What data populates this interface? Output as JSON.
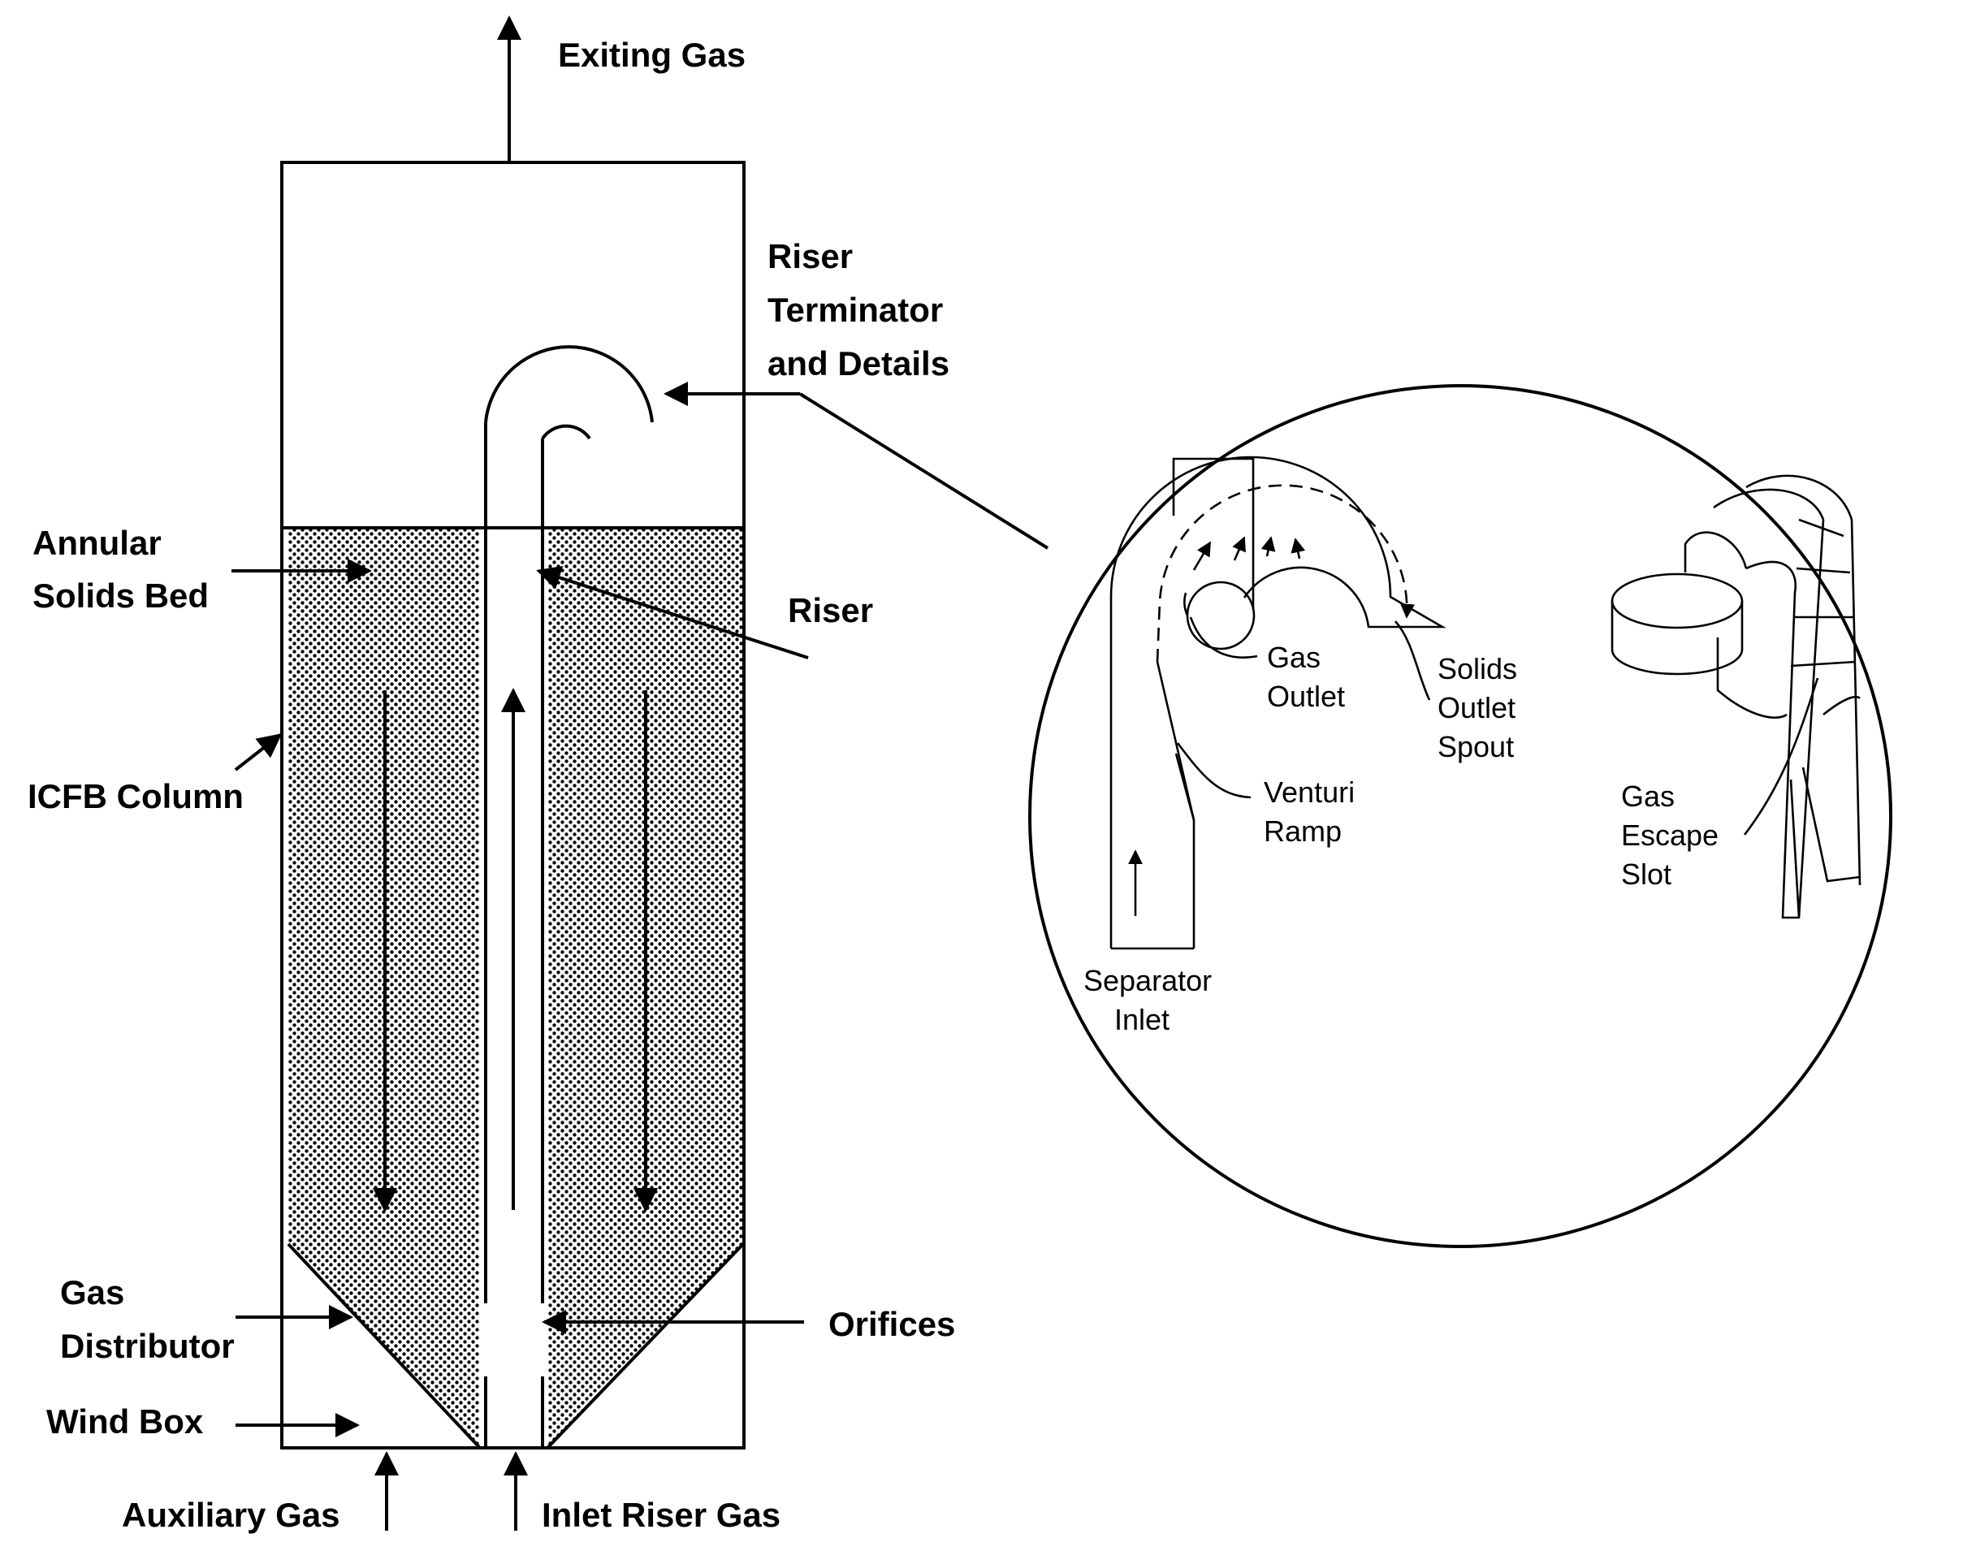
{
  "labels": {
    "exiting_gas": "Exiting Gas",
    "riser_terminator": [
      "Riser",
      "Terminator",
      "and Details"
    ],
    "annular_solids_bed": [
      "Annular",
      "Solids Bed"
    ],
    "riser": "Riser",
    "icfb_column": "ICFB Column",
    "gas_distributor": [
      "Gas",
      "Distributor"
    ],
    "orifices": "Orifices",
    "wind_box": "Wind Box",
    "auxiliary_gas": "Auxiliary Gas",
    "inlet_riser_gas": "Inlet Riser Gas"
  },
  "detail": {
    "gas_outlet": [
      "Gas",
      "Outlet"
    ],
    "solids_outlet_spout": [
      "Solids",
      "Outlet",
      "Spout"
    ],
    "venturi_ramp": [
      "Venturi",
      "Ramp"
    ],
    "separator_inlet": [
      "Separator",
      "Inlet"
    ],
    "gas_escape_slot": [
      "Gas",
      "Escape",
      "Slot"
    ]
  },
  "colors": {
    "ink": "#000000",
    "background": "#ffffff",
    "bed_dot": "#000000"
  }
}
